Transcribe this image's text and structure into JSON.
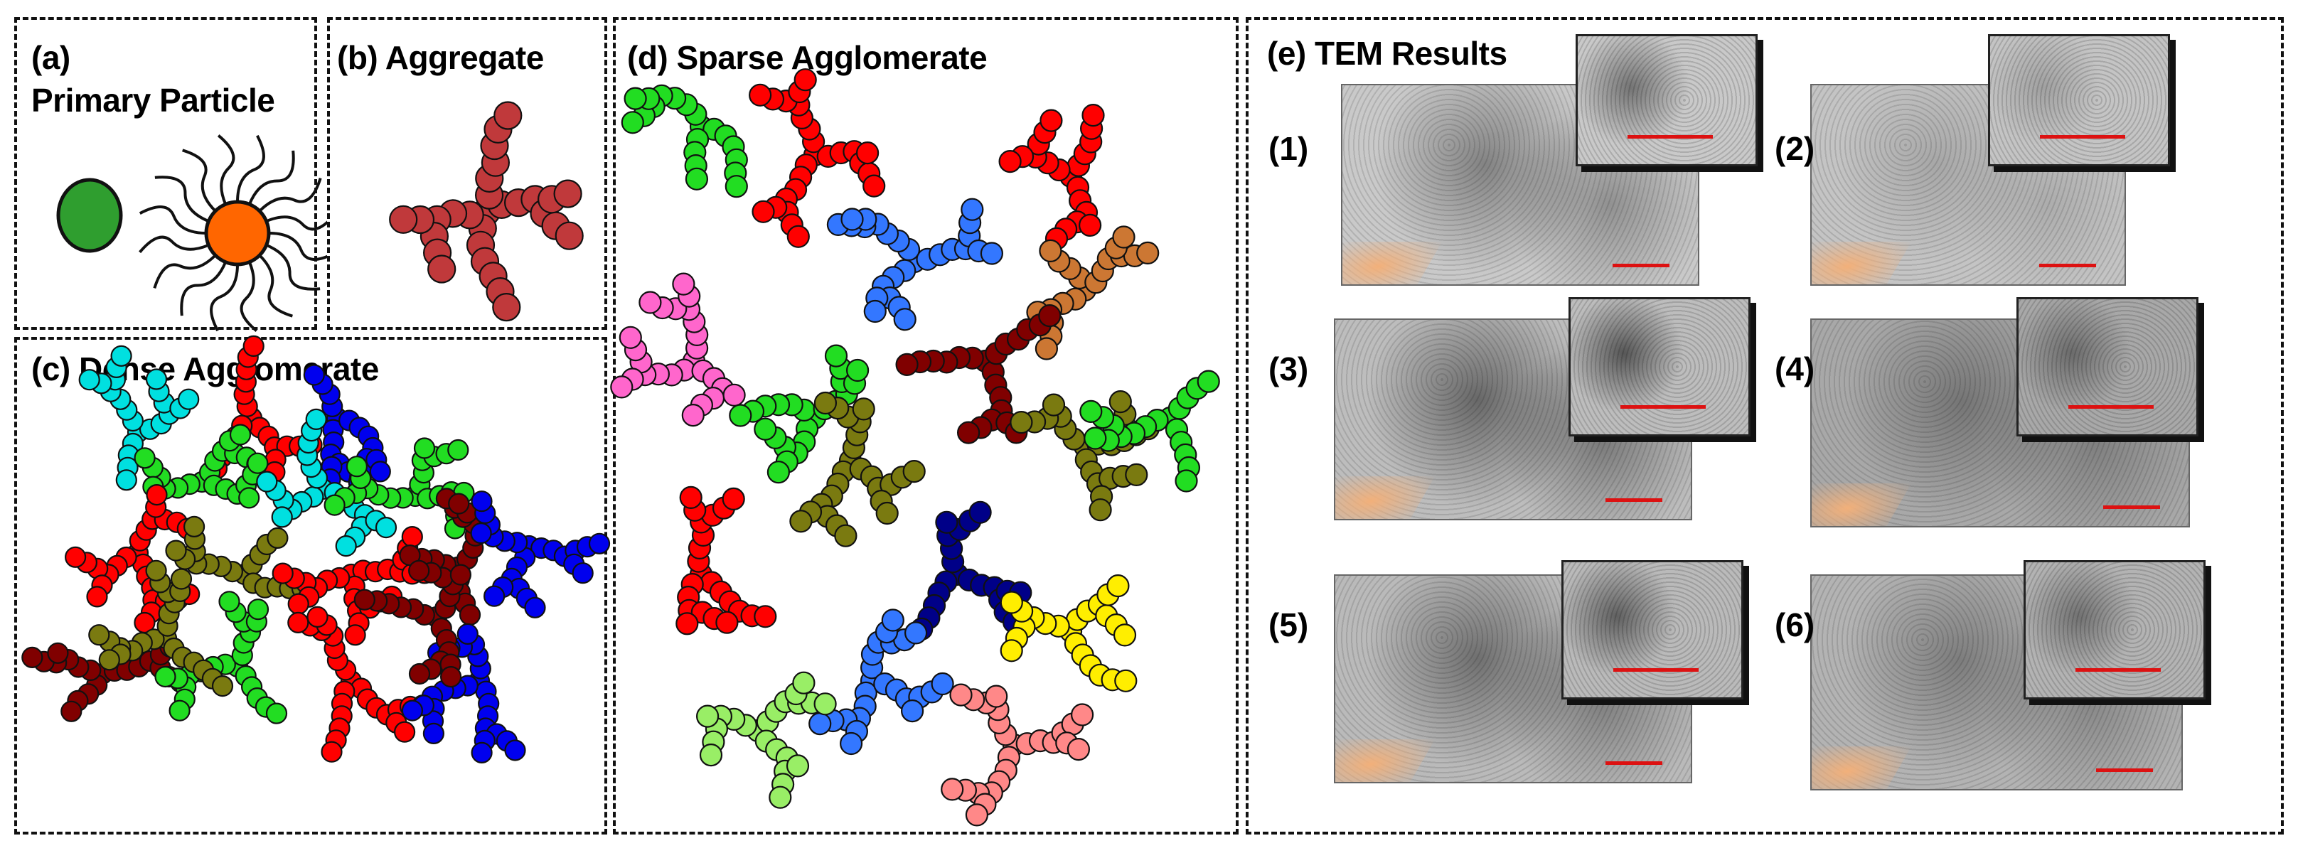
{
  "panels": {
    "a": {
      "label": "(a)",
      "title": "Primary Particle"
    },
    "b": {
      "label": "(b) Aggregate"
    },
    "c": {
      "label": "(c) Dense Agglomerate"
    },
    "d": {
      "label": "(d) Sparse Agglomerate"
    },
    "e": {
      "label": "(e) TEM Results"
    }
  },
  "tem": [
    {
      "label": "(1)"
    },
    {
      "label": "(2)"
    },
    {
      "label": "(3)"
    },
    {
      "label": "(4)"
    },
    {
      "label": "(5)"
    },
    {
      "label": "(6)"
    }
  ],
  "colors": {
    "primary_green": "#2f9e2f",
    "ligand_core": "#ff6600",
    "aggregate": "#c0393b",
    "scalebar": "#dd1111",
    "cluster_palette": [
      "#00e0e0",
      "#22dd22",
      "#ff0000",
      "#0000ee",
      "#7a7a10",
      "#800000",
      "#ff66cc",
      "#3377ff",
      "#cc7733",
      "#000088",
      "#ffee00",
      "#99ee66",
      "#ff8888"
    ]
  }
}
